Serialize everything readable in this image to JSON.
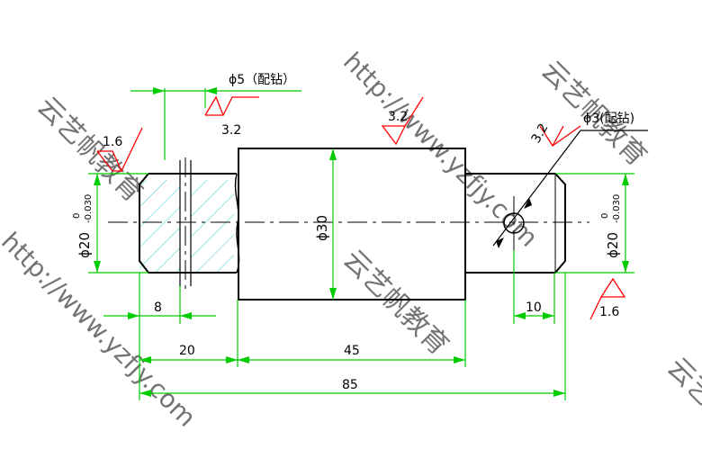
{
  "colors": {
    "outline": "#000000",
    "dimension": "#00cc00",
    "roughness": "#ff0000",
    "hatch": "#33cccc",
    "watermark": "#dddddd"
  },
  "dimensions": {
    "diameter_left": "ϕ20",
    "diameter_left_tol_upper": "0",
    "diameter_left_tol_lower": "-0.030",
    "diameter_right": "ϕ20",
    "diameter_right_tol_upper": "0",
    "diameter_right_tol_lower": "-0.030",
    "diameter_center": "ϕ30",
    "hole_5": "ϕ5（配钻）",
    "hole_3": "ϕ3(配钻)",
    "len_8": "8",
    "len_10": "10",
    "len_20": "20",
    "len_45": "45",
    "len_85": "85"
  },
  "roughness": {
    "top_left": "1.6",
    "hole_5": "3.2",
    "center_top": "3.2",
    "right_end": "3.2",
    "bottom_right": "1.6"
  },
  "watermark": {
    "text_a": "云艺帆教育",
    "text_b": "http://www.yzfjy.com"
  }
}
